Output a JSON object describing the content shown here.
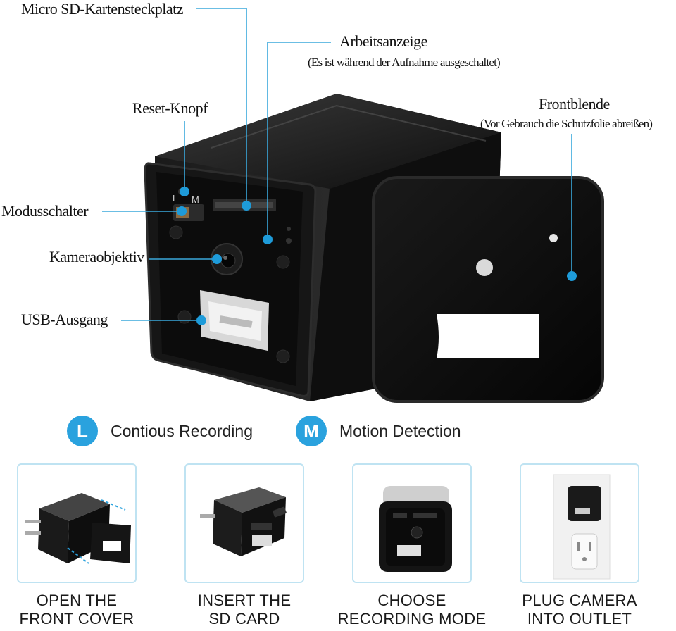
{
  "labels": {
    "sd_slot": "Micro SD-Kartensteckplatz",
    "indicator": "Arbeitsanzeige",
    "indicator_note": "(Es ist während der Aufnahme ausgeschaltet)",
    "reset": "Reset-Knopf",
    "front_cover": "Frontblende",
    "front_cover_note": "(Vor Gebrauch die Schutzfolie abreißen)",
    "mode_switch": "Modusschalter",
    "lens": "Kameraobjektiv",
    "usb": "USB-Ausgang"
  },
  "switch_marks": {
    "l": "L",
    "m": "M"
  },
  "modes": [
    {
      "letter": "L",
      "text": "Contious Recording"
    },
    {
      "letter": "M",
      "text": "Motion Detection"
    }
  ],
  "steps": [
    {
      "line1": "OPEN THE",
      "line2": "FRONT COVER"
    },
    {
      "line1": "INSERT THE",
      "line2": "SD CARD"
    },
    {
      "line1": "CHOOSE",
      "line2": "RECORDING MODE"
    },
    {
      "line1": "PLUG CAMERA",
      "line2": "INTO OUTLET"
    }
  ],
  "colors": {
    "accent": "#2aa2de",
    "leader": "#3aa8dc",
    "device": "#111111",
    "step_border": "#bfe3f2"
  }
}
